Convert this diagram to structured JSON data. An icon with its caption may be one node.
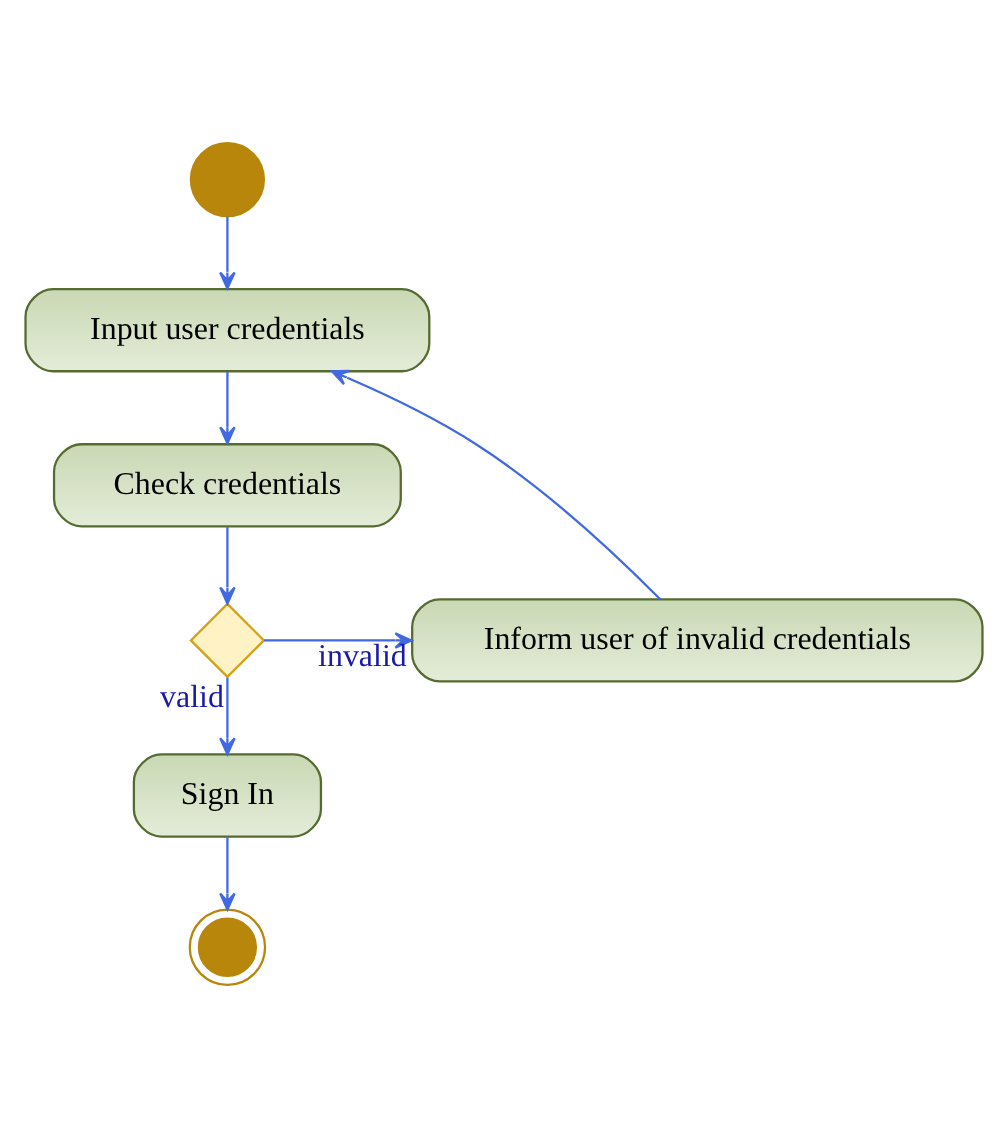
{
  "diagram": {
    "nodes": [
      {
        "text": [],
        "shape": "circle"
      },
      {
        "text": [
          "Input user credentials"
        ]
      },
      {
        "text": [
          "Check credentials"
        ]
      },
      {
        "text": [],
        "shape": "diamond"
      },
      {
        "text": [
          "Inform user of invalid credentials"
        ]
      },
      {
        "text": [
          "Sign In"
        ]
      },
      {
        "text": [],
        "shape": "doublecircle"
      }
    ],
    "edges": [
      {
        "from": 0,
        "to": 1,
        "arrow": "to"
      },
      {
        "from": 1,
        "to": 2,
        "arrow": "to"
      },
      {
        "from": 2,
        "to": 3,
        "arrow": "to"
      },
      {
        "from": 3,
        "to": 4,
        "arrow": "to",
        "label": "invalid"
      },
      {
        "from": 4,
        "to": 1,
        "arrow": "to"
      },
      {
        "from": 3,
        "to": 5,
        "arrow": "to",
        "label": "valid"
      },
      {
        "from": 5,
        "to": 6,
        "arrow": "to"
      }
    ]
  }
}
